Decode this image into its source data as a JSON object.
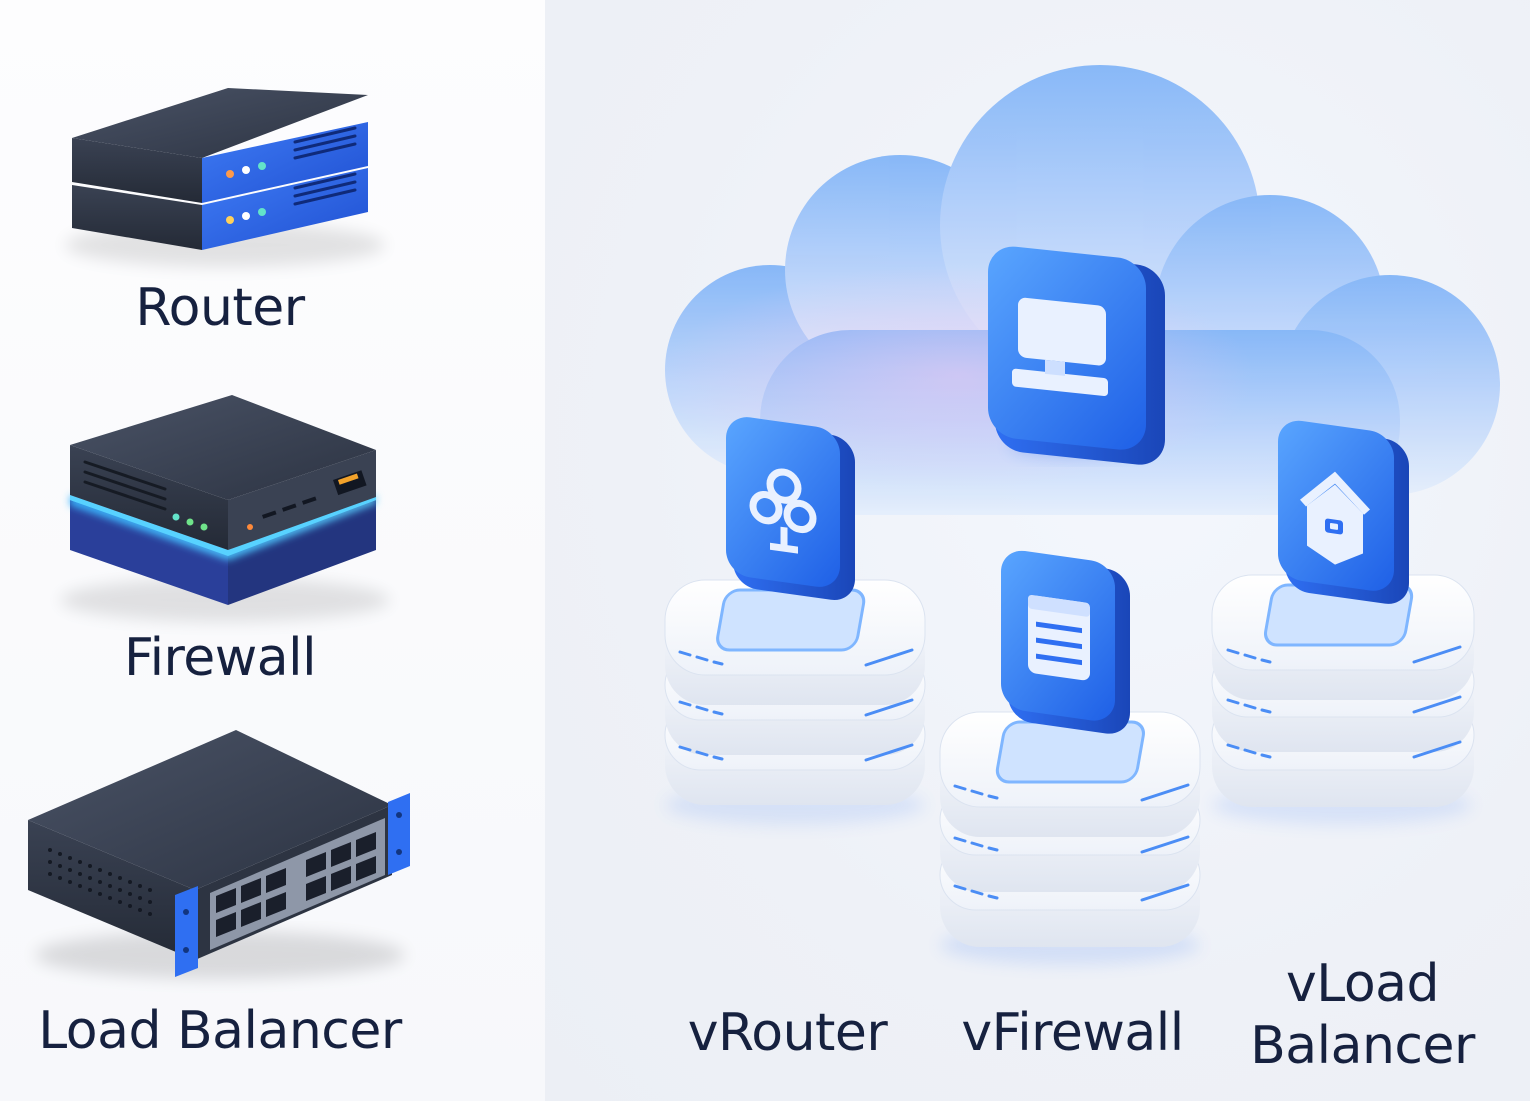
{
  "physical": {
    "router_label": "Router",
    "firewall_label": "Firewall",
    "load_balancer_label": "Load Balancer"
  },
  "virtual": {
    "vrouter_label": "vRouter",
    "vfirewall_label": "vFirewall",
    "vload_balancer_label_line1": "vLoad",
    "vload_balancer_label_line2": "Balancer"
  },
  "icons": {
    "router": "router-device-icon",
    "firewall": "firewall-device-icon",
    "load_balancer": "switch-device-icon",
    "cloud": "cloud-icon",
    "monitor": "monitor-icon",
    "vrouter": "network-nodes-icon",
    "vfirewall": "document-icon",
    "vload_balancer": "home-icon"
  },
  "colors": {
    "label": "#16213f",
    "accent_blue": "#2f6ff2",
    "device_dark": "#2d3546",
    "glow": "#38b6ff"
  }
}
